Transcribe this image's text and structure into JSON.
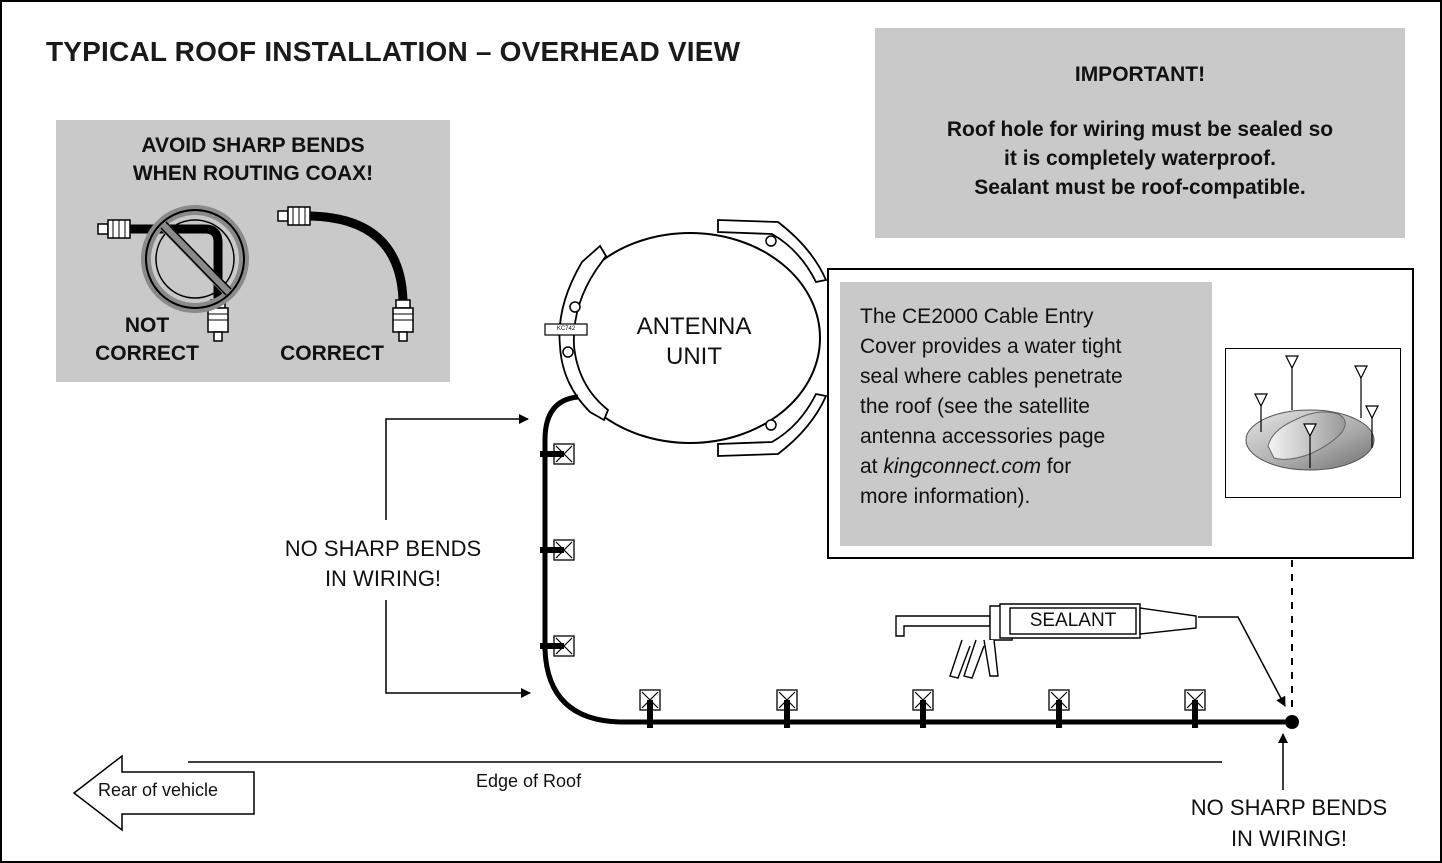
{
  "title": "TYPICAL ROOF INSTALLATION – OVERHEAD VIEW",
  "important": {
    "heading": "IMPORTANT!",
    "lines": [
      "Roof hole for wiring must be sealed so",
      "it is completely waterproof.",
      "Sealant must be roof-compatible."
    ]
  },
  "avoid": {
    "heading_lines": [
      "AVOID SHARP BENDS",
      "WHEN ROUTING COAX!"
    ],
    "not_correct_lines": [
      "NOT",
      "CORRECT"
    ],
    "correct": "CORRECT"
  },
  "antenna": {
    "lines": [
      "ANTENNA",
      "UNIT"
    ],
    "tag": "KC742"
  },
  "ce2000": {
    "lines": [
      "The CE2000 Cable Entry",
      "Cover provides a water tight",
      "seal where cables penetrate",
      "the roof (see the satellite",
      "antenna accessories page"
    ],
    "line6_prefix": "at ",
    "line6_link": "kingconnect.com",
    "line6_suffix": " for",
    "line7": "more information)."
  },
  "labels": {
    "no_sharp_left": [
      "NO SHARP BENDS",
      "IN WIRING!"
    ],
    "no_sharp_right": [
      "NO SHARP BENDS",
      "IN WIRING!"
    ],
    "sealant": "SEALANT",
    "edge_of_roof": "Edge of Roof",
    "rear_of_vehicle": "Rear of vehicle"
  },
  "colors": {
    "panel_gray": "#c9c9c9",
    "ink": "#111111"
  }
}
